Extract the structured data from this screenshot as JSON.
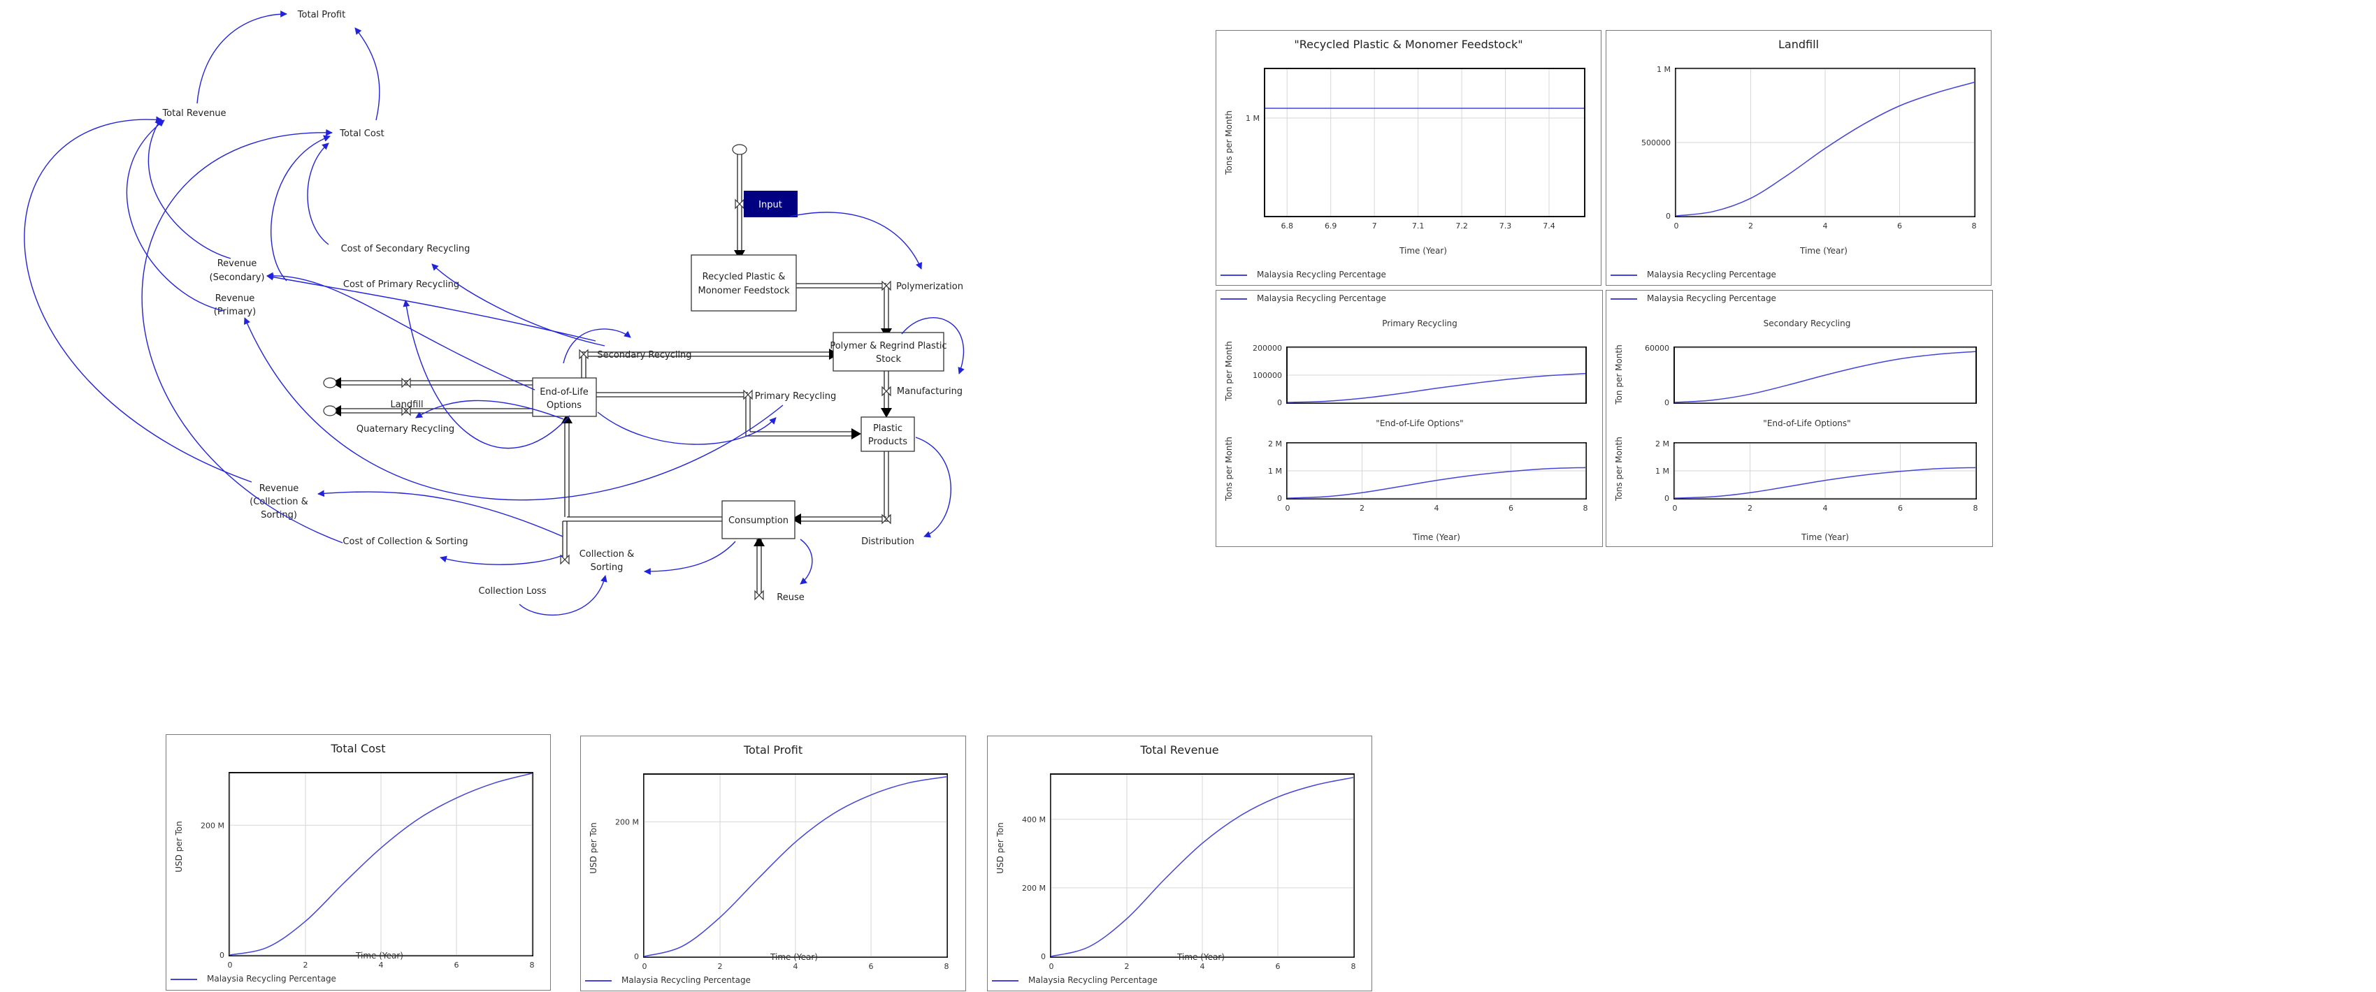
{
  "diagram": {
    "stocks": [
      {
        "id": "stock-recycled-feedstock",
        "label": [
          "Recycled Plastic &",
          "Monomer Feedstock"
        ]
      },
      {
        "id": "stock-polymer-regrind",
        "label": [
          "Polymer & Regrind Plastic",
          "Stock"
        ]
      },
      {
        "id": "stock-plastic-products",
        "label": [
          "Plastic",
          "Products"
        ]
      },
      {
        "id": "stock-consumption",
        "label": [
          "Consumption"
        ]
      },
      {
        "id": "stock-collection-sorting",
        "label": [
          "Collection &",
          "Sorting"
        ]
      },
      {
        "id": "stock-end-of-life",
        "label": [
          "End-of-Life",
          "Options"
        ]
      }
    ],
    "input_button": "Input",
    "labels": {
      "total_profit": "Total Profit",
      "total_revenue": "Total Revenue",
      "total_cost": "Total Cost",
      "cost_secondary": "Cost of Secondary Recycling",
      "cost_primary": "Cost of Primary Recycling",
      "rev_secondary": [
        "Revenue",
        "(Secondary)"
      ],
      "rev_primary": [
        "Revenue",
        "(Primary)"
      ],
      "rev_collection": [
        "Revenue",
        "(Collection &",
        "Sorting)"
      ],
      "cost_collection": "Cost of Collection & Sorting",
      "collection_loss": "Collection Loss",
      "reuse": "Reuse",
      "distribution": "Distribution",
      "manufacturing": "Manufacturing",
      "polymerization": "Polymerization",
      "primary_recycling": "Primary Recycling",
      "secondary_recycling": "Secondary Recycling",
      "landfill": "Landfill",
      "quaternary_recycling": "Quaternary Recycling"
    }
  },
  "legend_label": "Malaysia Recycling Percentage",
  "colors": {
    "series": "#4444dd",
    "arrow": "#2222dd",
    "input": "#000080"
  },
  "chart_data": [
    {
      "id": "chart-feedstock",
      "type": "line",
      "title": "\"Recycled Plastic & Monomer Feedstock\"",
      "xlabel": "Time (Year)",
      "ylabel": "Tons per Month",
      "xlim": [
        6.75,
        7.48
      ],
      "xticks": [
        6.8,
        6.9,
        7,
        7.1,
        7.2,
        7.3,
        7.4
      ],
      "xtick_labels": [
        "6.8",
        "6.9",
        "7",
        "7.1",
        "7.2",
        "7.3",
        "7.4"
      ],
      "ylim": [
        0,
        1500000
      ],
      "yticks": [
        1000000
      ],
      "ytick_labels": [
        "1 M"
      ],
      "series": [
        {
          "name": "Malaysia Recycling Percentage",
          "x": [
            6.75,
            7.48
          ],
          "y": [
            1100000,
            1100000
          ]
        }
      ]
    },
    {
      "id": "chart-landfill",
      "type": "line",
      "title": "Landfill",
      "xlabel": "Time (Year)",
      "ylabel": "",
      "xlim": [
        0,
        8
      ],
      "xticks": [
        0,
        2,
        4,
        6,
        8
      ],
      "xtick_labels": [
        "0",
        "2",
        "4",
        "6",
        "8"
      ],
      "ylim": [
        0,
        1000000
      ],
      "yticks": [
        0,
        500000,
        1000000
      ],
      "ytick_labels": [
        "0",
        "500000",
        "1 M"
      ],
      "series": [
        {
          "name": "Malaysia Recycling Percentage",
          "x": [
            0,
            1,
            2,
            3,
            4,
            5,
            6,
            7,
            8
          ],
          "y": [
            0,
            30000,
            120000,
            280000,
            460000,
            620000,
            750000,
            840000,
            910000
          ]
        }
      ]
    },
    {
      "id": "chart-primary",
      "type": "line",
      "title": "Primary Recycling",
      "xlabel": "",
      "ylabel": "Ton per Month",
      "xlim": [
        0,
        8
      ],
      "xticks": [],
      "xtick_labels": [],
      "ylim": [
        0,
        200000
      ],
      "yticks": [
        0,
        100000,
        200000
      ],
      "ytick_labels": [
        "0",
        "100000",
        "200000"
      ],
      "series": [
        {
          "name": "Malaysia Recycling Percentage",
          "x": [
            0,
            1,
            2,
            3,
            4,
            5,
            6,
            7,
            8
          ],
          "y": [
            0,
            4000,
            15000,
            32000,
            52000,
            70000,
            86000,
            98000,
            106000
          ]
        }
      ]
    },
    {
      "id": "chart-eol-left",
      "type": "line",
      "title": "\"End-of-Life Options\"",
      "xlabel": "Time (Year)",
      "ylabel": "Tons per Month",
      "xlim": [
        0,
        8
      ],
      "xticks": [
        0,
        2,
        4,
        6,
        8
      ],
      "xtick_labels": [
        "0",
        "2",
        "4",
        "6",
        "8"
      ],
      "ylim": [
        0,
        2000000
      ],
      "yticks": [
        0,
        1000000,
        2000000
      ],
      "ytick_labels": [
        "0",
        "1 M",
        "2 M"
      ],
      "series": [
        {
          "name": "Malaysia Recycling Percentage",
          "x": [
            0,
            1,
            2,
            3,
            4,
            5,
            6,
            7,
            8
          ],
          "y": [
            0,
            50000,
            200000,
            420000,
            650000,
            840000,
            980000,
            1080000,
            1120000
          ]
        }
      ]
    },
    {
      "id": "chart-secondary",
      "type": "line",
      "title": "Secondary Recycling",
      "xlabel": "",
      "ylabel": "Ton per Month",
      "xlim": [
        0,
        8
      ],
      "xticks": [],
      "xtick_labels": [],
      "ylim": [
        0,
        60000
      ],
      "yticks": [
        0,
        60000
      ],
      "ytick_labels": [
        "0",
        "60000"
      ],
      "series": [
        {
          "name": "Malaysia Recycling Percentage",
          "x": [
            0,
            1,
            2,
            3,
            4,
            5,
            6,
            7,
            8
          ],
          "y": [
            0,
            2500,
            9000,
            19000,
            30000,
            40000,
            48000,
            53000,
            56000
          ]
        }
      ]
    },
    {
      "id": "chart-eol-right",
      "type": "line",
      "title": "\"End-of-Life Options\"",
      "xlabel": "Time (Year)",
      "ylabel": "Tons per Month",
      "xlim": [
        0,
        8
      ],
      "xticks": [
        0,
        2,
        4,
        6,
        8
      ],
      "xtick_labels": [
        "0",
        "2",
        "4",
        "6",
        "8"
      ],
      "ylim": [
        0,
        2000000
      ],
      "yticks": [
        0,
        1000000,
        2000000
      ],
      "ytick_labels": [
        "0",
        "1 M",
        "2 M"
      ],
      "series": [
        {
          "name": "Malaysia Recycling Percentage",
          "x": [
            0,
            1,
            2,
            3,
            4,
            5,
            6,
            7,
            8
          ],
          "y": [
            0,
            50000,
            200000,
            420000,
            650000,
            840000,
            980000,
            1080000,
            1120000
          ]
        }
      ]
    },
    {
      "id": "chart-total-cost",
      "type": "line",
      "title": "Total Cost",
      "xlabel": "Time (Year)",
      "ylabel": "USD per Ton",
      "xlim": [
        0,
        8
      ],
      "xticks": [
        0,
        2,
        4,
        6,
        8
      ],
      "xtick_labels": [
        "0",
        "2",
        "4",
        "6",
        "8"
      ],
      "ylim": [
        0,
        280000000
      ],
      "yticks": [
        0,
        200000000
      ],
      "ytick_labels": [
        "0",
        "200 M"
      ],
      "series": [
        {
          "name": "Malaysia Recycling Percentage",
          "x": [
            0,
            1,
            2,
            3,
            4,
            5,
            6,
            7,
            8
          ],
          "y": [
            0,
            12000000,
            52000000,
            110000000,
            165000000,
            210000000,
            242000000,
            265000000,
            280000000
          ]
        }
      ]
    },
    {
      "id": "chart-total-profit",
      "type": "line",
      "title": "Total Profit",
      "xlabel": "Time (Year)",
      "ylabel": "USD per Ton",
      "xlim": [
        0,
        8
      ],
      "xticks": [
        0,
        2,
        4,
        6,
        8
      ],
      "xtick_labels": [
        "0",
        "2",
        "4",
        "6",
        "8"
      ],
      "ylim": [
        0,
        270000000
      ],
      "yticks": [
        0,
        200000000
      ],
      "ytick_labels": [
        "0",
        "200 M"
      ],
      "series": [
        {
          "name": "Malaysia Recycling Percentage",
          "x": [
            0,
            1,
            2,
            3,
            4,
            5,
            6,
            7,
            8
          ],
          "y": [
            0,
            15000000,
            58000000,
            115000000,
            170000000,
            212000000,
            240000000,
            258000000,
            267000000
          ]
        }
      ]
    },
    {
      "id": "chart-total-revenue",
      "type": "line",
      "title": "Total Revenue",
      "xlabel": "Time (Year)",
      "ylabel": "USD per Ton",
      "xlim": [
        0,
        8
      ],
      "xticks": [
        0,
        2,
        4,
        6,
        8
      ],
      "xtick_labels": [
        "0",
        "2",
        "4",
        "6",
        "8"
      ],
      "ylim": [
        0,
        530000000
      ],
      "yticks": [
        0,
        200000000,
        400000000
      ],
      "ytick_labels": [
        "0",
        "200 M",
        "400 M"
      ],
      "series": [
        {
          "name": "Malaysia Recycling Percentage",
          "x": [
            0,
            1,
            2,
            3,
            4,
            5,
            6,
            7,
            8
          ],
          "y": [
            0,
            28000000,
            110000000,
            225000000,
            330000000,
            410000000,
            465000000,
            500000000,
            522000000
          ]
        }
      ]
    }
  ]
}
